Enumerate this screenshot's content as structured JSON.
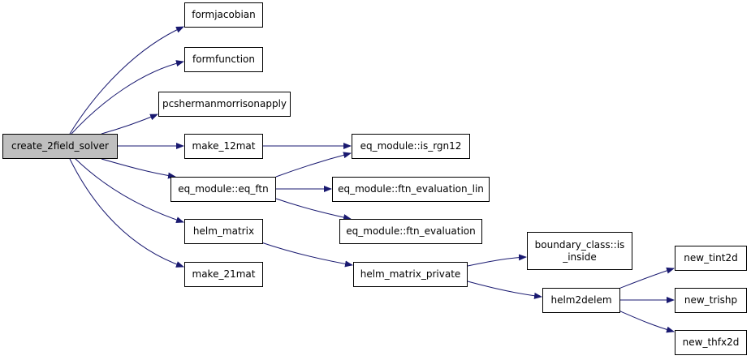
{
  "colors": {
    "edge": "#191970",
    "node_border": "#000000",
    "root_fill": "#bfbfbf",
    "node_fill": "#ffffff"
  },
  "nodes": {
    "create_2field_solver": "create_2field_solver",
    "formjacobian": "formjacobian",
    "formfunction": "formfunction",
    "pcshermanmorrisonapply": "pcshermanmorrisonapply",
    "make_12mat": "make_12mat",
    "eq_ftn": "eq_module::eq_ftn",
    "helm_matrix": "helm_matrix",
    "make_21mat": "make_21mat",
    "is_rgn12": "eq_module::is_rgn12",
    "ftn_evaluation_lin": "eq_module::ftn_evaluation_lin",
    "ftn_evaluation": "eq_module::ftn_evaluation",
    "helm_matrix_private": "helm_matrix_private",
    "is_inside": "boundary_class::is\n_inside",
    "helm2delem": "helm2delem",
    "new_tint2d": "new_tint2d",
    "new_trishp": "new_trishp",
    "new_thfx2d": "new_thfx2d"
  }
}
